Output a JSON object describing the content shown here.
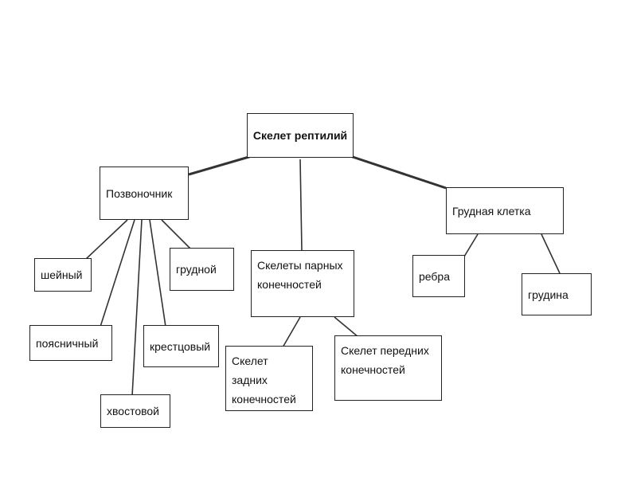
{
  "root": "Скелет рептилий",
  "branches": {
    "spine": {
      "label": "Позвоночник",
      "children": [
        "шейный",
        "поясничный",
        "хвостовой",
        "крестцовый",
        "грудной"
      ]
    },
    "limbs": {
      "label": "Скелеты парных конечностей",
      "children": [
        "Скелет задних конечностей",
        "Скелет передних конечностей"
      ]
    },
    "chest": {
      "label": "Грудная клетка",
      "children": [
        "ребра",
        "грудина"
      ]
    }
  }
}
